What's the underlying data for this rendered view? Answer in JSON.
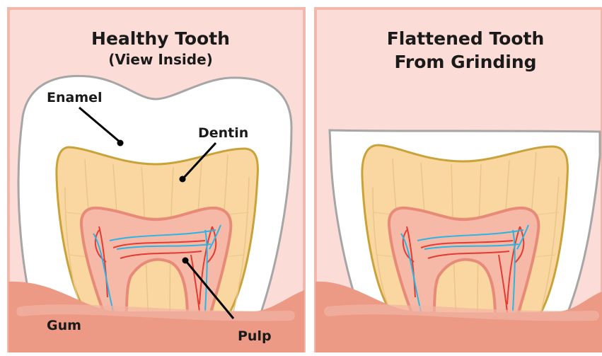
{
  "panels": {
    "left": {
      "title": "Healthy Tooth",
      "subtitle": "(View Inside)",
      "labels": {
        "enamel": "Enamel",
        "dentin": "Dentin",
        "gum": "Gum",
        "pulp": "Pulp"
      }
    },
    "right": {
      "title_line1": "Flattened Tooth",
      "title_line2": "From Grinding"
    }
  },
  "colors": {
    "panel_background": "#fbdcd6",
    "panel_border": "#f3b7ab",
    "enamel": "#ffffff",
    "enamel_outline": "#a6a6a6",
    "dentin": "#fad7a0",
    "dentin_outline": "#c9a23a",
    "pulp": "#f6b9a8",
    "pulp_outline": "#e88a78",
    "gum": "#ec9a86",
    "gum_light": "#f2b3a2",
    "vessel_red": "#e53a32",
    "vessel_blue": "#2ab5e5"
  }
}
